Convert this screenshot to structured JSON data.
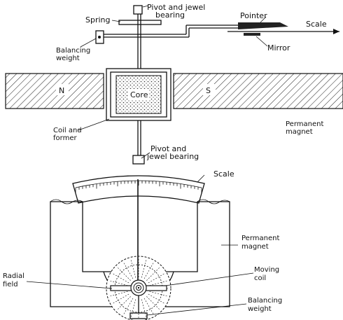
{
  "labels": {
    "pivot_top": [
      "Pivot and jewel",
      "bearing"
    ],
    "spring": "Spring",
    "pointer": "Pointer",
    "scale_top": "Scale",
    "balancing_weight_top": [
      "Balancing",
      "weight"
    ],
    "mirror": "Mirror",
    "north": "N",
    "core": "Core",
    "south": "S",
    "permanent_magnet_top": [
      "Permanent",
      "magnet"
    ],
    "coil_former": [
      "Coil and",
      "former"
    ],
    "pivot_bottom": [
      "Pivot and",
      "jewel bearing"
    ],
    "scale_bottom": "Scale",
    "permanent_magnet_bottom": [
      "Permanent",
      "magnet"
    ],
    "moving_coil": [
      "Moving",
      "coil"
    ],
    "radial_field": [
      "Radial",
      "field"
    ],
    "balancing_weight_bottom": [
      "Balancing",
      "weight"
    ]
  }
}
